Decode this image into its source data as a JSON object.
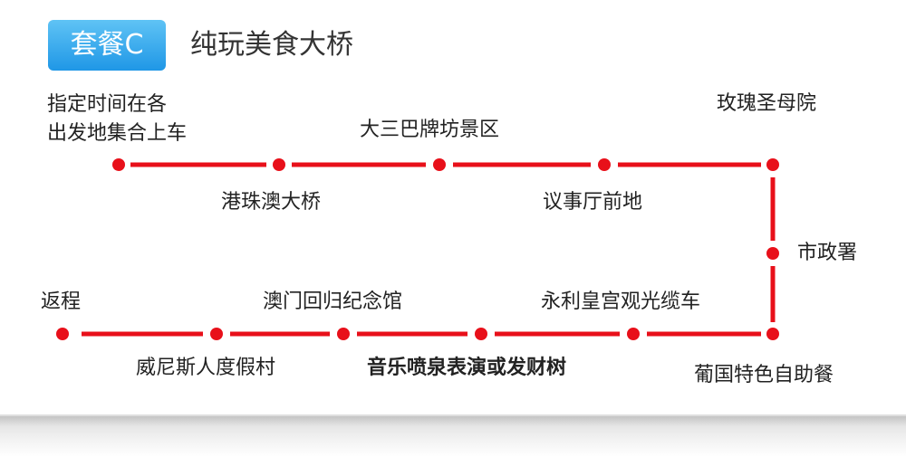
{
  "header": {
    "badge": "套餐C",
    "title": "纯玩美食大桥"
  },
  "route": {
    "color": "#e8101a",
    "stops": {
      "start_line1": "指定时间在各",
      "start_line2": "出发地集合上车",
      "hzmb": "港珠澳大桥",
      "ruins": "大三巴牌坊景区",
      "senado": "议事厅前地",
      "cathedral": "玫瑰圣母院",
      "municipal": "市政署",
      "buffet": "葡国特色自助餐",
      "cable_car": "永利皇宫观光缆车",
      "fountain": "音乐喷泉表演或发财树",
      "museum": "澳门回归纪念馆",
      "venetian": "威尼斯人度假村",
      "return": "返程"
    }
  }
}
